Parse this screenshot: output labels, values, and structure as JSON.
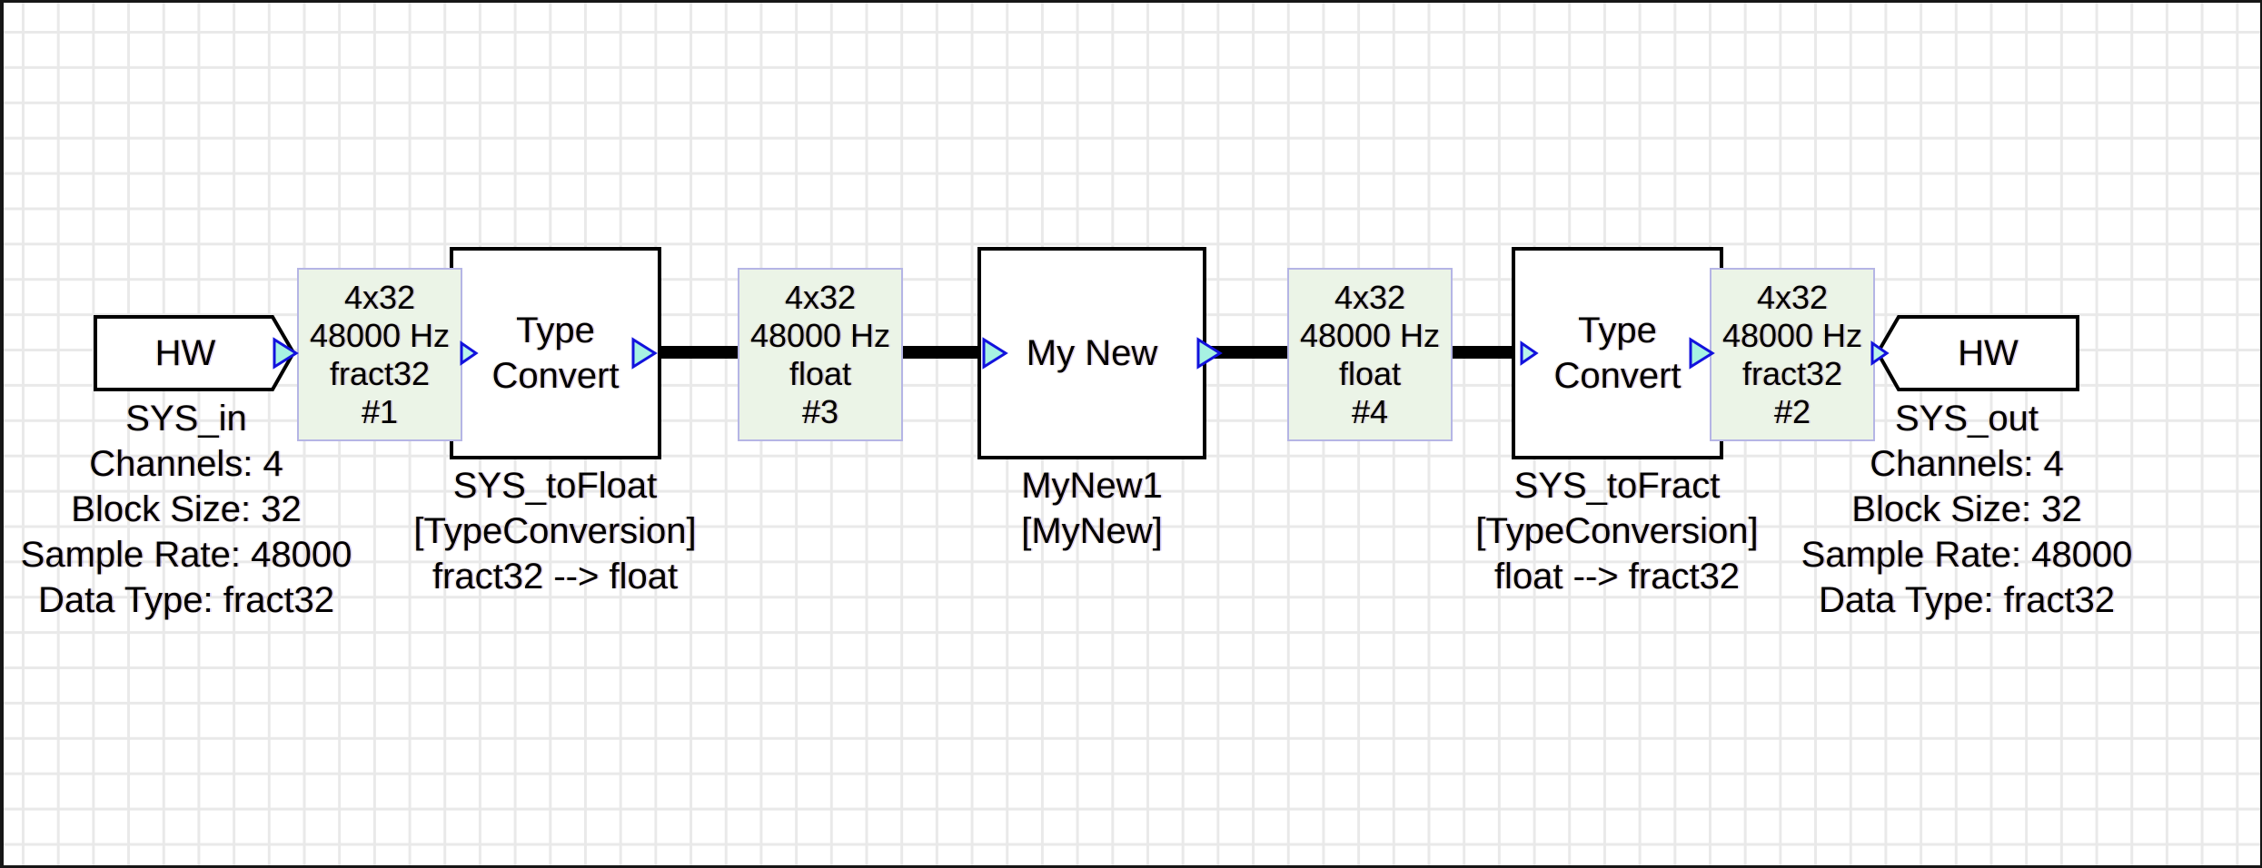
{
  "canvas": {
    "background": "#ffffff",
    "grid_color": "#e9e9e9",
    "border_color": "#161616"
  },
  "colors": {
    "block_border": "#000000",
    "wire": "#000000",
    "wire_label_fill": "#ebf4e7",
    "wire_label_border": "#b5b5e5",
    "port_fill": "#a7f2e2",
    "port_stroke": "#1212dd",
    "text": "#000000"
  },
  "hw_input": {
    "label": "HW",
    "caption": {
      "name": "SYS_in",
      "channels": "Channels: 4",
      "block_size": "Block Size: 32",
      "sample_rate": "Sample Rate: 48000",
      "data_type": "Data Type: fract32"
    }
  },
  "wire_label_1": {
    "dims": "4x32",
    "rate": "48000 Hz",
    "type": "fract32",
    "id": "#1"
  },
  "type_convert_1": {
    "label_line1": "Type",
    "label_line2": "Convert",
    "caption": {
      "name": "SYS_toFloat",
      "class": "[TypeConversion]",
      "conversion": "fract32 --> float"
    }
  },
  "wire_label_3": {
    "dims": "4x32",
    "rate": "48000 Hz",
    "type": "float",
    "id": "#3"
  },
  "my_new": {
    "label": "My New",
    "caption": {
      "name": "MyNew1",
      "class": "[MyNew]"
    }
  },
  "wire_label_4": {
    "dims": "4x32",
    "rate": "48000 Hz",
    "type": "float",
    "id": "#4"
  },
  "type_convert_2": {
    "label_line1": "Type",
    "label_line2": "Convert",
    "caption": {
      "name": "SYS_toFract",
      "class": "[TypeConversion]",
      "conversion": "float --> fract32"
    }
  },
  "wire_label_2": {
    "dims": "4x32",
    "rate": "48000 Hz",
    "type": "fract32",
    "id": "#2"
  },
  "hw_output": {
    "label": "HW",
    "caption": {
      "name": "SYS_out",
      "channels": "Channels: 4",
      "block_size": "Block Size: 32",
      "sample_rate": "Sample Rate: 48000",
      "data_type": "Data Type: fract32"
    }
  }
}
